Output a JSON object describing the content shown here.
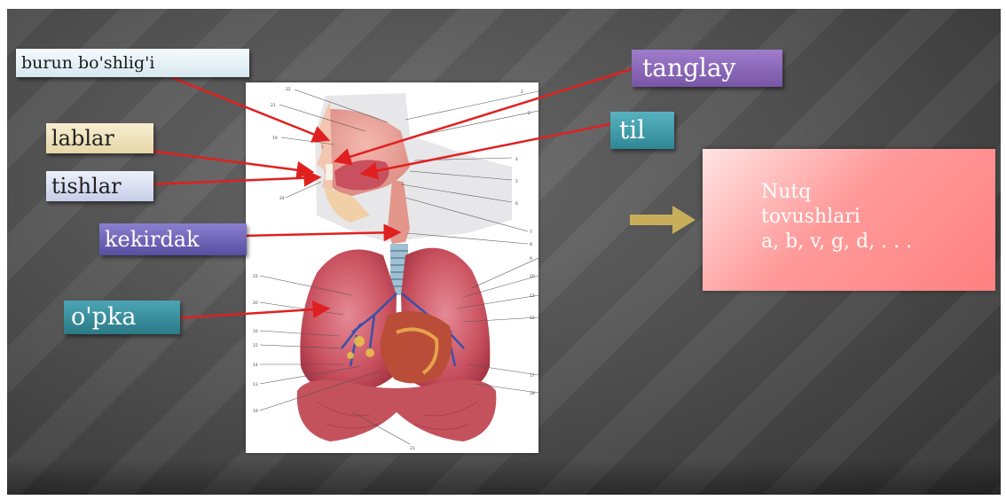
{
  "labels": {
    "burun": "burun bo'shlig'i",
    "lablar": "lablar",
    "tishlar": "tishlar",
    "kekirdak": "kekirdak",
    "opka": "o'pka",
    "tanglay": "tanglay",
    "til": "til"
  },
  "nutq_box": {
    "line1": "Nutq",
    "line2": "tovushlari",
    "line3": "a, b, v, g, d, . . ."
  },
  "colors": {
    "pointer_line": "#e02020",
    "arrow": "#c8ae5a"
  }
}
